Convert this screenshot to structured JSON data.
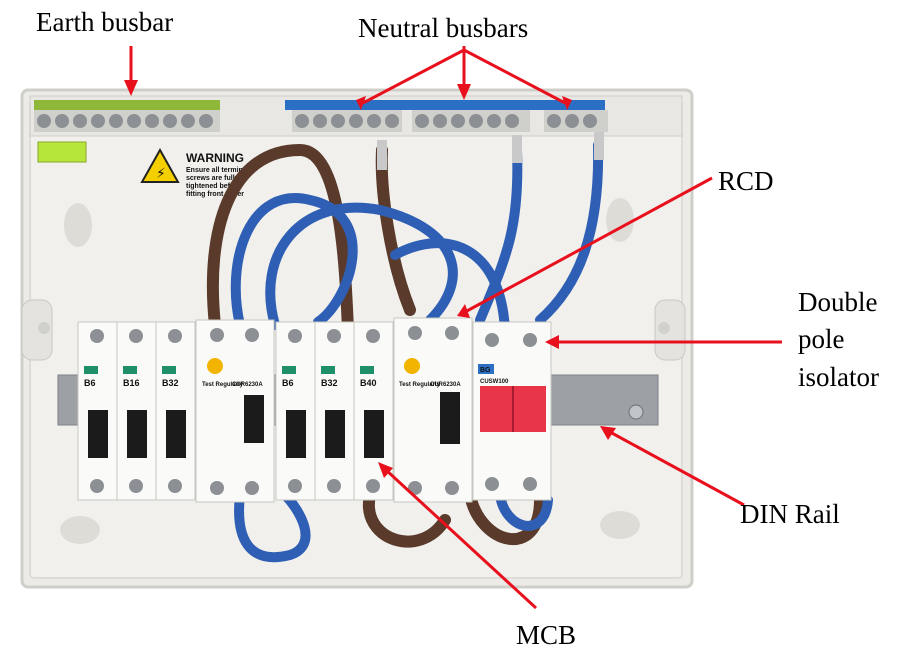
{
  "labels": {
    "earth_busbar": "Earth busbar",
    "neutral_busbars": "Neutral busbars",
    "rcd": "RCD",
    "double_pole_isolator_line1": "Double",
    "double_pole_isolator_line2": "pole",
    "double_pole_isolator_line3": "isolator",
    "din_rail": "DIN Rail",
    "mcb": "MCB"
  },
  "panel_text": {
    "warning_title": "WARNING",
    "warning_line1": "Ensure all terminal",
    "warning_line2": "screws are fully",
    "warning_line3": "tightened before",
    "warning_line4": "fitting front cover",
    "brand": "BG",
    "mcb_left": [
      "B6",
      "B16",
      "B32"
    ],
    "mcb_right": [
      "B6",
      "B32",
      "B40"
    ],
    "rcd_test_label": "Test Regularly",
    "rcd_model": "CUR6230A",
    "isolator_model": "CUSW100"
  },
  "colors": {
    "arrow": "#e8101c",
    "enclosure": "#ecebe8",
    "din_rail": "#9da1a6",
    "blue_wire": "#2f5fb4",
    "brown_wire": "#5a3a2a",
    "busbar_blue": "#2b6fc4",
    "busbar_earth": "#8fb83a",
    "isolator_switch": "#e8354a",
    "rcd_button": "#f2b400"
  }
}
